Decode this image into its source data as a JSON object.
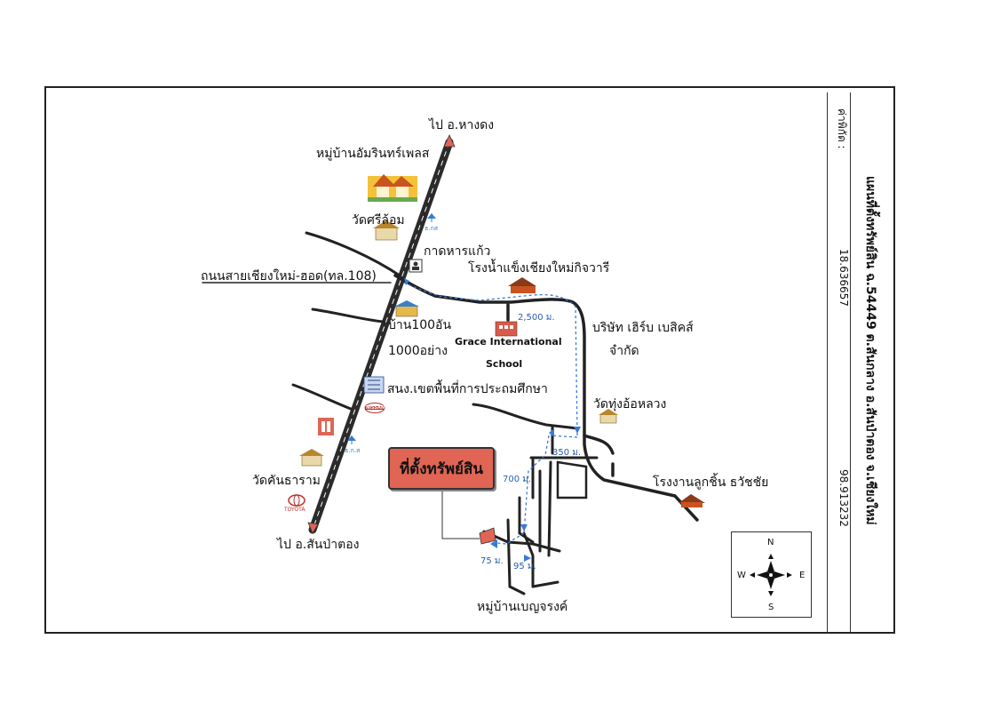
{
  "title": {
    "main": "แผนที่ตั้งทรัพย์สิน ฉ.54449 ต.สันกลาง อ.สันป่าตอง จ.เชียงใหม่",
    "coords_label": "ค่าพิกัด :",
    "lat": "18.636657",
    "lng": "98.913232"
  },
  "highlight": {
    "label": "ที่ตั้งทรัพย์สิน"
  },
  "labels": {
    "to_hang_dong": "ไป อ.หางดง",
    "moo_baan_amarin": "หมู่บ้านอัมรินทร์เพลส",
    "wat_sri_lom": "วัดศรีล้อม",
    "kad_harn_kaew": "กาดหารแก้ว",
    "ice_factory": "โรงน้ำแข็งเชียงใหม่กิจวารี",
    "road_108": "ถนนสายเชียงใหม่-ฮอด(ทล.108)",
    "baan_100": "บ้าน100อัน",
    "yang_1000": "1000อย่าง",
    "grace_1": "Grace International",
    "grace_2": "School",
    "herb_1": "บริษัท เฮิร์บ เบสิคส์",
    "herb_2": "จำกัด",
    "education_office": "สนง.เขตพื้นที่การประถมศึกษา",
    "wat_thung_or": "วัดทุ่งอ้อหลวง",
    "wat_khan_tharam": "วัดคันธาราม",
    "longan_factory": "โรงงานลูกชิ้น ธวัชชัย",
    "to_san_pa_tong": "ไป อ.สันป่าตอง",
    "moo_baan_benja": "หมู่บ้านเบญจรงค์"
  },
  "distances": {
    "d2500": "2,500 ม.",
    "d350": "350 ม.",
    "d700": "700 ม.",
    "d75": "75 ม.",
    "d95": "95 ม."
  },
  "compass": {
    "n": "N",
    "s": "S",
    "e": "E",
    "w": "W"
  },
  "icons": {
    "bank_small_1": "ธ.กส",
    "bank_small_2": "ธ.ก.ส",
    "nissan": "NISSAN",
    "toyota": "TOYOTA"
  },
  "colors": {
    "road": "#222222",
    "highway": "#2b2b2b",
    "route": "#3a7ad6",
    "highlight": "#e06555"
  }
}
